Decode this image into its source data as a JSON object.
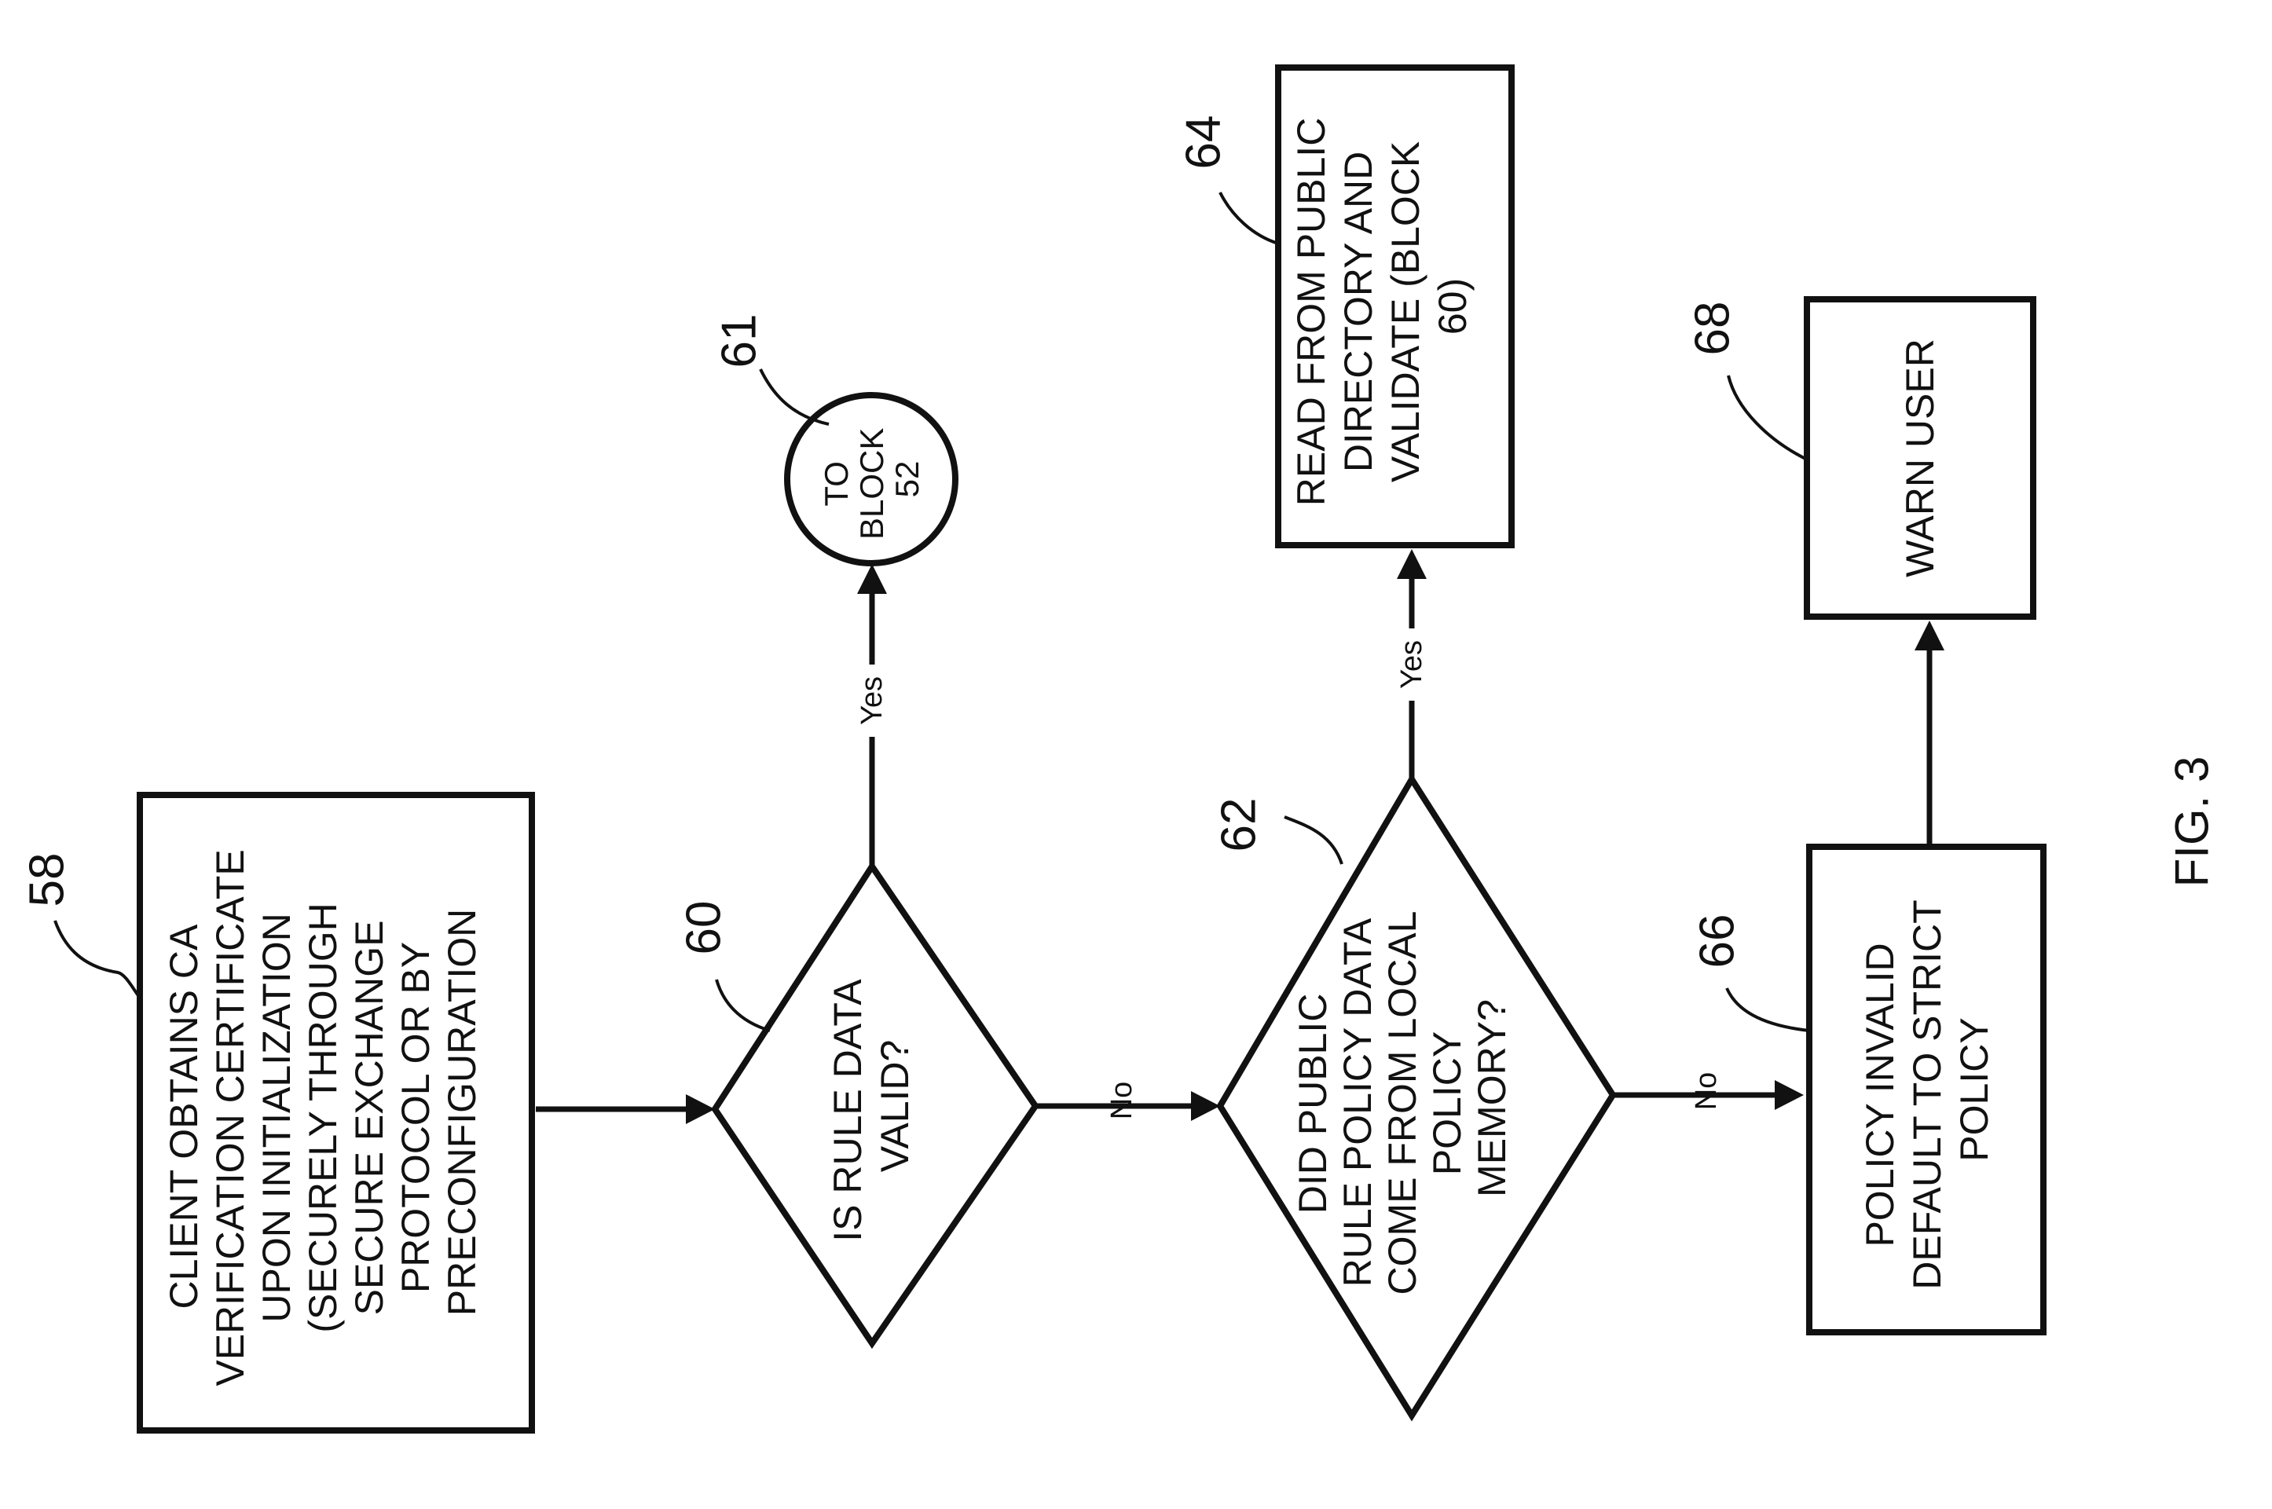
{
  "figure": {
    "caption": "FIG. 3"
  },
  "nodes": {
    "n58": {
      "ref": "58",
      "lines": [
        "CLIENT OBTAINS CA",
        "VERIFICATION CERTIFICATE",
        "UPON INITIALIZATION",
        "(SECURELY THROUGH",
        "SECURE EXCHANGE",
        "PROTOCOL OR BY",
        "PRECONFIGURATION"
      ]
    },
    "n60": {
      "ref": "60",
      "lines": [
        "IS RULE DATA",
        "VALID?"
      ]
    },
    "n61": {
      "ref": "61",
      "lines": [
        "TO",
        "BLOCK",
        "52"
      ]
    },
    "n62": {
      "ref": "62",
      "lines": [
        "DID PUBLIC",
        "RULE POLICY DATA",
        "COME FROM LOCAL",
        "POLICY",
        "MEMORY?"
      ]
    },
    "n64": {
      "ref": "64",
      "lines": [
        "READ FROM PUBLIC",
        "DIRECTORY AND",
        "VALIDATE (BLOCK",
        "60)"
      ]
    },
    "n66": {
      "ref": "66",
      "lines": [
        "POLICY INVALID",
        "DEFAULT TO STRICT",
        "POLICY"
      ]
    },
    "n68": {
      "ref": "68",
      "lines": [
        "WARN USER"
      ]
    }
  },
  "edges": {
    "e60_61": {
      "label": "Yes"
    },
    "e60_62": {
      "label": "No"
    },
    "e62_64": {
      "label": "Yes"
    },
    "e62_66": {
      "label": "No"
    }
  }
}
